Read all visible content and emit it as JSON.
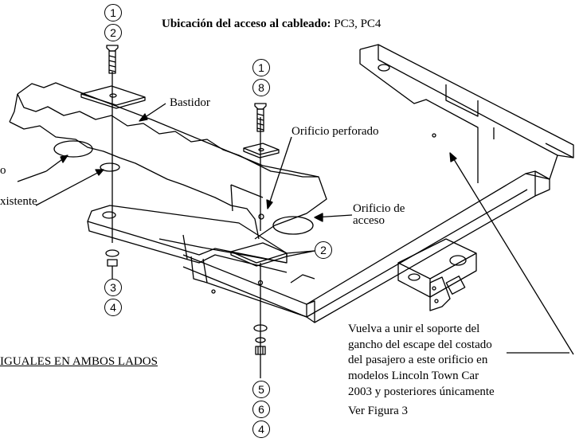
{
  "header": {
    "title": "Ubicación del acceso al cableado:",
    "value": "PC3, PC4"
  },
  "labels": {
    "bastidor": "Bastidor",
    "orificio_perforado": "Orificio perforado",
    "orificio_acceso_line1": "Orificio de",
    "orificio_acceso_line2": "acceso",
    "left_top": "o",
    "left_bottom": "xistente",
    "both_sides": "IGUALES EN AMBOS LADOS",
    "note_lines": [
      "Vuelva a unir el soporte del",
      "gancho del escape del costado",
      "del pasajero a este orificio en",
      "modelos Lincoln Town Car",
      "2003 y posteriores únicamente"
    ],
    "see_figure": "Ver Figura 3"
  },
  "callouts": {
    "left_stack_top": [
      "1",
      "2"
    ],
    "mid_stack_top": [
      "1",
      "8"
    ],
    "right_plate": "2",
    "left_stack_bottom": [
      "3",
      "4"
    ],
    "mid_stack_bottom": [
      "5",
      "6",
      "4"
    ]
  }
}
